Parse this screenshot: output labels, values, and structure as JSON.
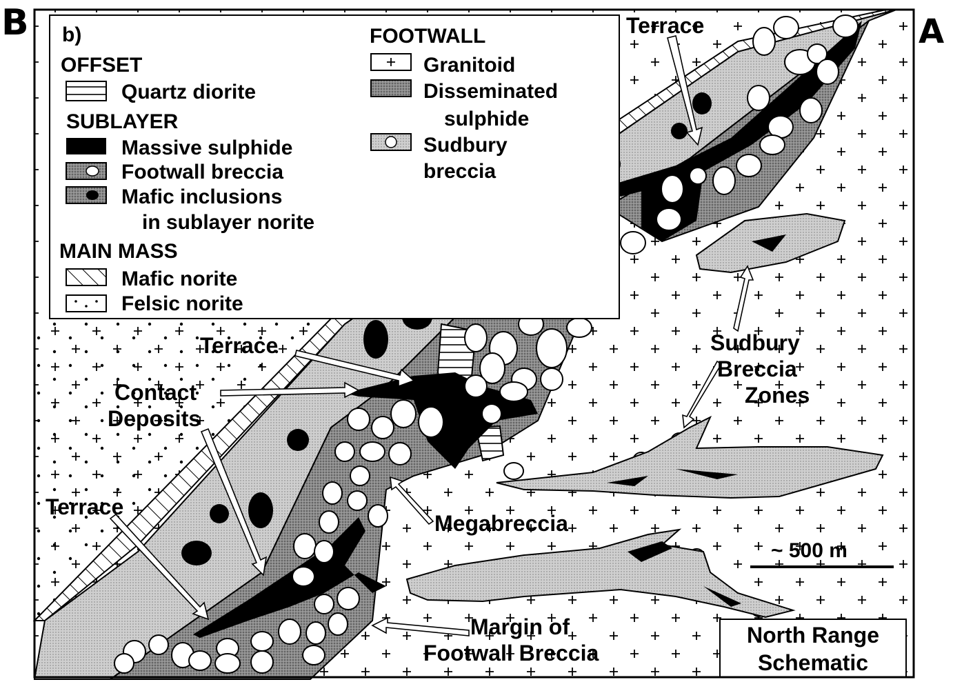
{
  "corner_labels": {
    "left": "B",
    "right": "A"
  },
  "legend": {
    "panel_id": "b)",
    "groups": [
      {
        "title": "OFFSET",
        "items": [
          {
            "pattern": "quartz-diorite",
            "label": "Quartz diorite"
          }
        ]
      },
      {
        "title": "SUBLAYER",
        "items": [
          {
            "pattern": "massive-sulphide",
            "label": "Massive sulphide"
          },
          {
            "pattern": "footwall-breccia",
            "label": "Footwall breccia"
          },
          {
            "pattern": "mafic-inclusions",
            "label": "Mafic inclusions",
            "label2": "in sublayer norite"
          }
        ]
      },
      {
        "title": "MAIN MASS",
        "items": [
          {
            "pattern": "mafic-norite",
            "label": "Mafic norite"
          },
          {
            "pattern": "felsic-norite",
            "label": "Felsic norite"
          }
        ]
      }
    ],
    "footwall_title": "FOOTWALL",
    "footwall_items": [
      {
        "pattern": "granitoid",
        "label": "Granitoid"
      },
      {
        "pattern": "disseminated",
        "label": "Disseminated",
        "label2": "sulphide"
      },
      {
        "pattern": "sudbury-breccia",
        "label": "Sudbury",
        "label2": "breccia"
      }
    ]
  },
  "map_labels": {
    "terrace_top": "Terrace",
    "terrace_mid": "Terrace",
    "terrace_left": "Terrace",
    "contact_1": "Contact",
    "contact_2": "Deposits",
    "sudbury_zones_1": "Sudbury",
    "sudbury_zones_2": "Breccia",
    "sudbury_zones_3": "Zones",
    "megabreccia": "Megabreccia",
    "margin_1": "Margin of",
    "margin_2": "Footwall Breccia",
    "scale": "~ 500 m"
  },
  "title_box": {
    "line1": "North Range",
    "line2": "Schematic"
  },
  "colors": {
    "ink": "#000000",
    "paper": "#ffffff",
    "stipple_light": "#c8c8c8",
    "stipple_dark": "#8a8a8a"
  }
}
